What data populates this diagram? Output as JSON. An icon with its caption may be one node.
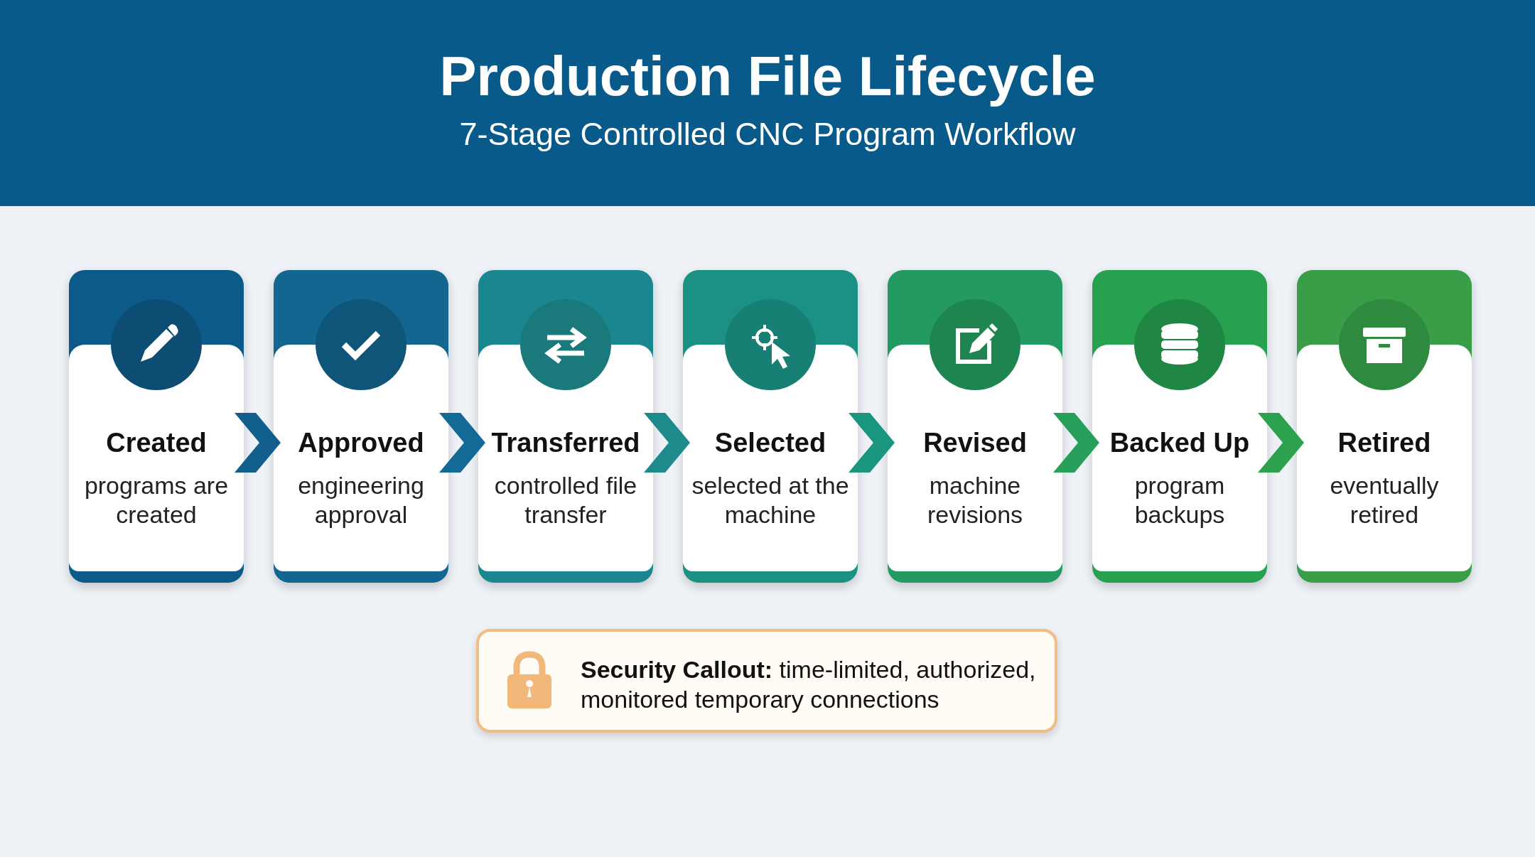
{
  "diagram": {
    "title": "Production File Lifecycle",
    "caption": "7-Stage Controlled CNC Program Workflow",
    "nodes": [
      {
        "text": [
          "Created",
          "programs are created"
        ]
      },
      {
        "text": [
          "Approved",
          "engineering approval"
        ]
      },
      {
        "text": [
          "Transferred",
          "controlled file transfer"
        ]
      },
      {
        "text": [
          "Selected",
          "selected at the machine"
        ]
      },
      {
        "text": [
          "Revised",
          "machine revisions"
        ]
      },
      {
        "text": [
          "Backed Up",
          "program backups"
        ]
      },
      {
        "text": [
          "Retired",
          "eventually retired"
        ]
      },
      {
        "text": [
          "**Security Callout:** time-limited, authorized, monitored temporary connections"
        ]
      }
    ],
    "edges": [
      {
        "from": 0,
        "to": 1,
        "arrow": "to",
        "color": "#125f8e"
      },
      {
        "from": 1,
        "to": 2,
        "arrow": "to",
        "color": "#136a96"
      },
      {
        "from": 2,
        "to": 3,
        "arrow": "to",
        "color": "#1d8a8c"
      },
      {
        "from": 3,
        "to": 4,
        "arrow": "to",
        "color": "#1a9580"
      },
      {
        "from": 4,
        "to": 5,
        "arrow": "to",
        "color": "#26a05a"
      },
      {
        "from": 5,
        "to": 6,
        "arrow": "to",
        "color": "#2ea14e"
      }
    ]
  }
}
